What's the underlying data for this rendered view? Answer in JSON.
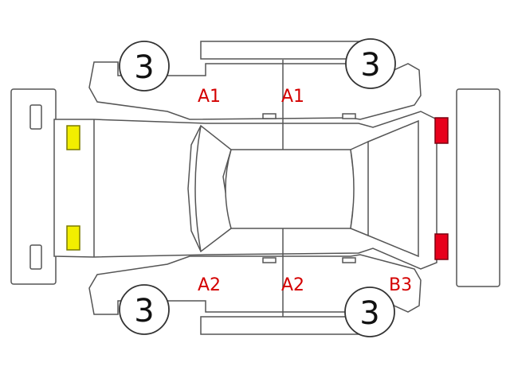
{
  "colors": {
    "outline": "#555555",
    "damage_text": "#d40000",
    "front_light": "#f2ee00",
    "front_light_border": "#7a7a00",
    "rear_light": "#e8001c",
    "rear_light_border": "#7a0010"
  },
  "tires": [
    {
      "id": "front-left",
      "label": "3"
    },
    {
      "id": "rear-left",
      "label": "3"
    },
    {
      "id": "front-right",
      "label": "3"
    },
    {
      "id": "rear-right",
      "label": "3"
    }
  ],
  "damage_codes": [
    {
      "id": "front-door-left",
      "label": "A1"
    },
    {
      "id": "rear-door-left",
      "label": "A1"
    },
    {
      "id": "front-door-right",
      "label": "A2"
    },
    {
      "id": "rear-door-right",
      "label": "A2"
    },
    {
      "id": "rear-quarter-right",
      "label": "B3"
    }
  ],
  "lights": [
    {
      "id": "front-light-left",
      "color": "yellow"
    },
    {
      "id": "front-light-right",
      "color": "yellow"
    },
    {
      "id": "rear-light-left",
      "color": "red"
    },
    {
      "id": "rear-light-right",
      "color": "red"
    }
  ]
}
